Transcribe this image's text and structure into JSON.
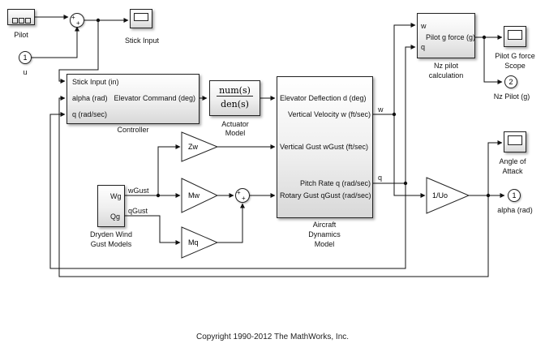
{
  "blocks": {
    "pilot": {
      "label": "Pilot"
    },
    "u_in": {
      "number": "1",
      "label": "u"
    },
    "stick_scope": {
      "label": "Stick Input"
    },
    "controller": {
      "label": "Controller",
      "in1": "Stick Input (in)",
      "in2": "alpha (rad)",
      "in3": "q (rad/sec)",
      "out1": "Elevator Command (deg)"
    },
    "actuator": {
      "num": "num(s)",
      "den": "den(s)",
      "label1": "Actuator",
      "label2": "Model"
    },
    "aircraft": {
      "label1": "Aircraft",
      "label2": "Dynamics",
      "label3": "Model",
      "in1": "Elevator Deflection d (deg)",
      "in2": "Vertical Gust wGust (ft/sec)",
      "in3": "Rotary Gust qGust (rad/sec)",
      "out1": "Vertical Velocity w (ft/sec)",
      "out2": "Pitch Rate q (rad/sec)",
      "sig_w": "w",
      "sig_q": "q"
    },
    "nz_calc": {
      "inner": "Pilot g force (g)",
      "in_w": "w",
      "in_q": "q",
      "label1": "Nz pilot",
      "label2": "calculation"
    },
    "g_scope": {
      "label1": "Pilot G force",
      "label2": "Scope"
    },
    "nz_out": {
      "number": "2",
      "label": "Nz Pilot (g)"
    },
    "aoa_scope": {
      "label1": "Angle of",
      "label2": "Attack"
    },
    "alpha_out": {
      "number": "1",
      "label": "alpha (rad)"
    },
    "gain_uo": {
      "text": "1/Uo"
    },
    "gain_zw": {
      "text": "Zw"
    },
    "gain_mw": {
      "text": "Mw"
    },
    "gain_mq": {
      "text": "Mq"
    },
    "dryden": {
      "out1": "Wg",
      "out2": "Qg",
      "sig1": "wGust",
      "sig2": "qGust",
      "label1": "Dryden Wind",
      "label2": "Gust Models"
    }
  },
  "footer": {
    "copyright": "Copyright 1990-2012 The MathWorks, Inc."
  }
}
